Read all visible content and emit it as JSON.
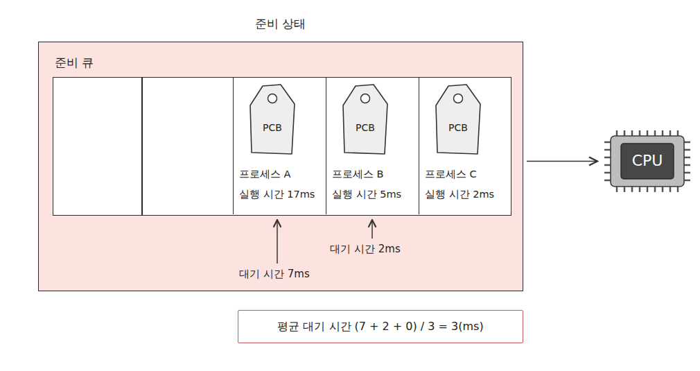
{
  "diagram": {
    "nodes": [
      {
        "text": [
          "준비 상태"
        ]
      },
      {
        "text": [
          "준비 큐"
        ],
        "in": 0
      },
      {
        "text": [
          "PCB",
          "프로세스 A",
          "실행 시간 17ms"
        ],
        "in": 1
      },
      {
        "text": [
          "PCB",
          "프로세스 B",
          "실행 시간 5ms"
        ],
        "in": 1
      },
      {
        "text": [
          "PCB",
          "프로세스 C",
          "실행 시간 2ms"
        ],
        "in": 1
      },
      {
        "text": [
          "CPU"
        ]
      },
      {
        "text": [
          "평균 대기 시간 (7 + 2 + 0) / 3 = 3(ms)"
        ]
      }
    ],
    "edges": [
      {
        "from": 0,
        "to": 5,
        "arrow": "to"
      }
    ],
    "labels": [
      "대기 시간 7ms",
      "대기 시간 2ms"
    ]
  }
}
